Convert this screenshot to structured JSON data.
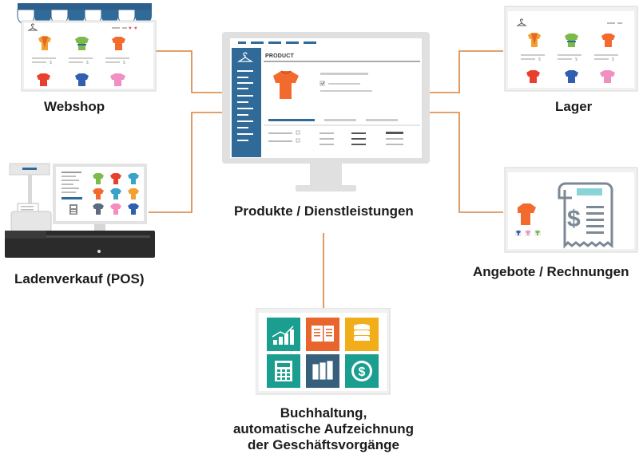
{
  "diagram": {
    "center": {
      "label": "Produkte / Dienstleistungen",
      "screen_header": "PRODUCT"
    },
    "nodes": {
      "webshop": {
        "label": "Webshop"
      },
      "pos": {
        "label": "Ladenverkauf (POS)"
      },
      "lager": {
        "label": "Lager"
      },
      "angebote": {
        "label": "Angebote / Rechnungen"
      },
      "buchhaltung": {
        "label_lines": [
          "Buchhaltung,",
          "automatische Aufzeichnung",
          "der Geschäftsvorgänge"
        ]
      }
    },
    "colors": {
      "connector": "#d9823a",
      "monitor_frame": "#e0e0e0",
      "sidebar": "#2f6a99",
      "orange_shirt": "#f26a2e",
      "green_shirt": "#7cbb4a",
      "blue_shirt": "#2f5fae",
      "pink_shirt": "#f08fc0",
      "teal_tile": "#1a9e8f",
      "orange_tile": "#e8662d",
      "yellow_tile": "#f2ad1a",
      "slate_tile": "#37607d",
      "invoice_gray": "#7b8896"
    },
    "icons": [
      "hanger-icon",
      "shirt-icon",
      "chart-icon",
      "ledger-icon",
      "coins-icon",
      "calculator-icon",
      "banknotes-icon",
      "dollar-coin-icon",
      "receipt-icon",
      "cash-register-icon",
      "awning-icon",
      "checkbox-icon"
    ]
  }
}
